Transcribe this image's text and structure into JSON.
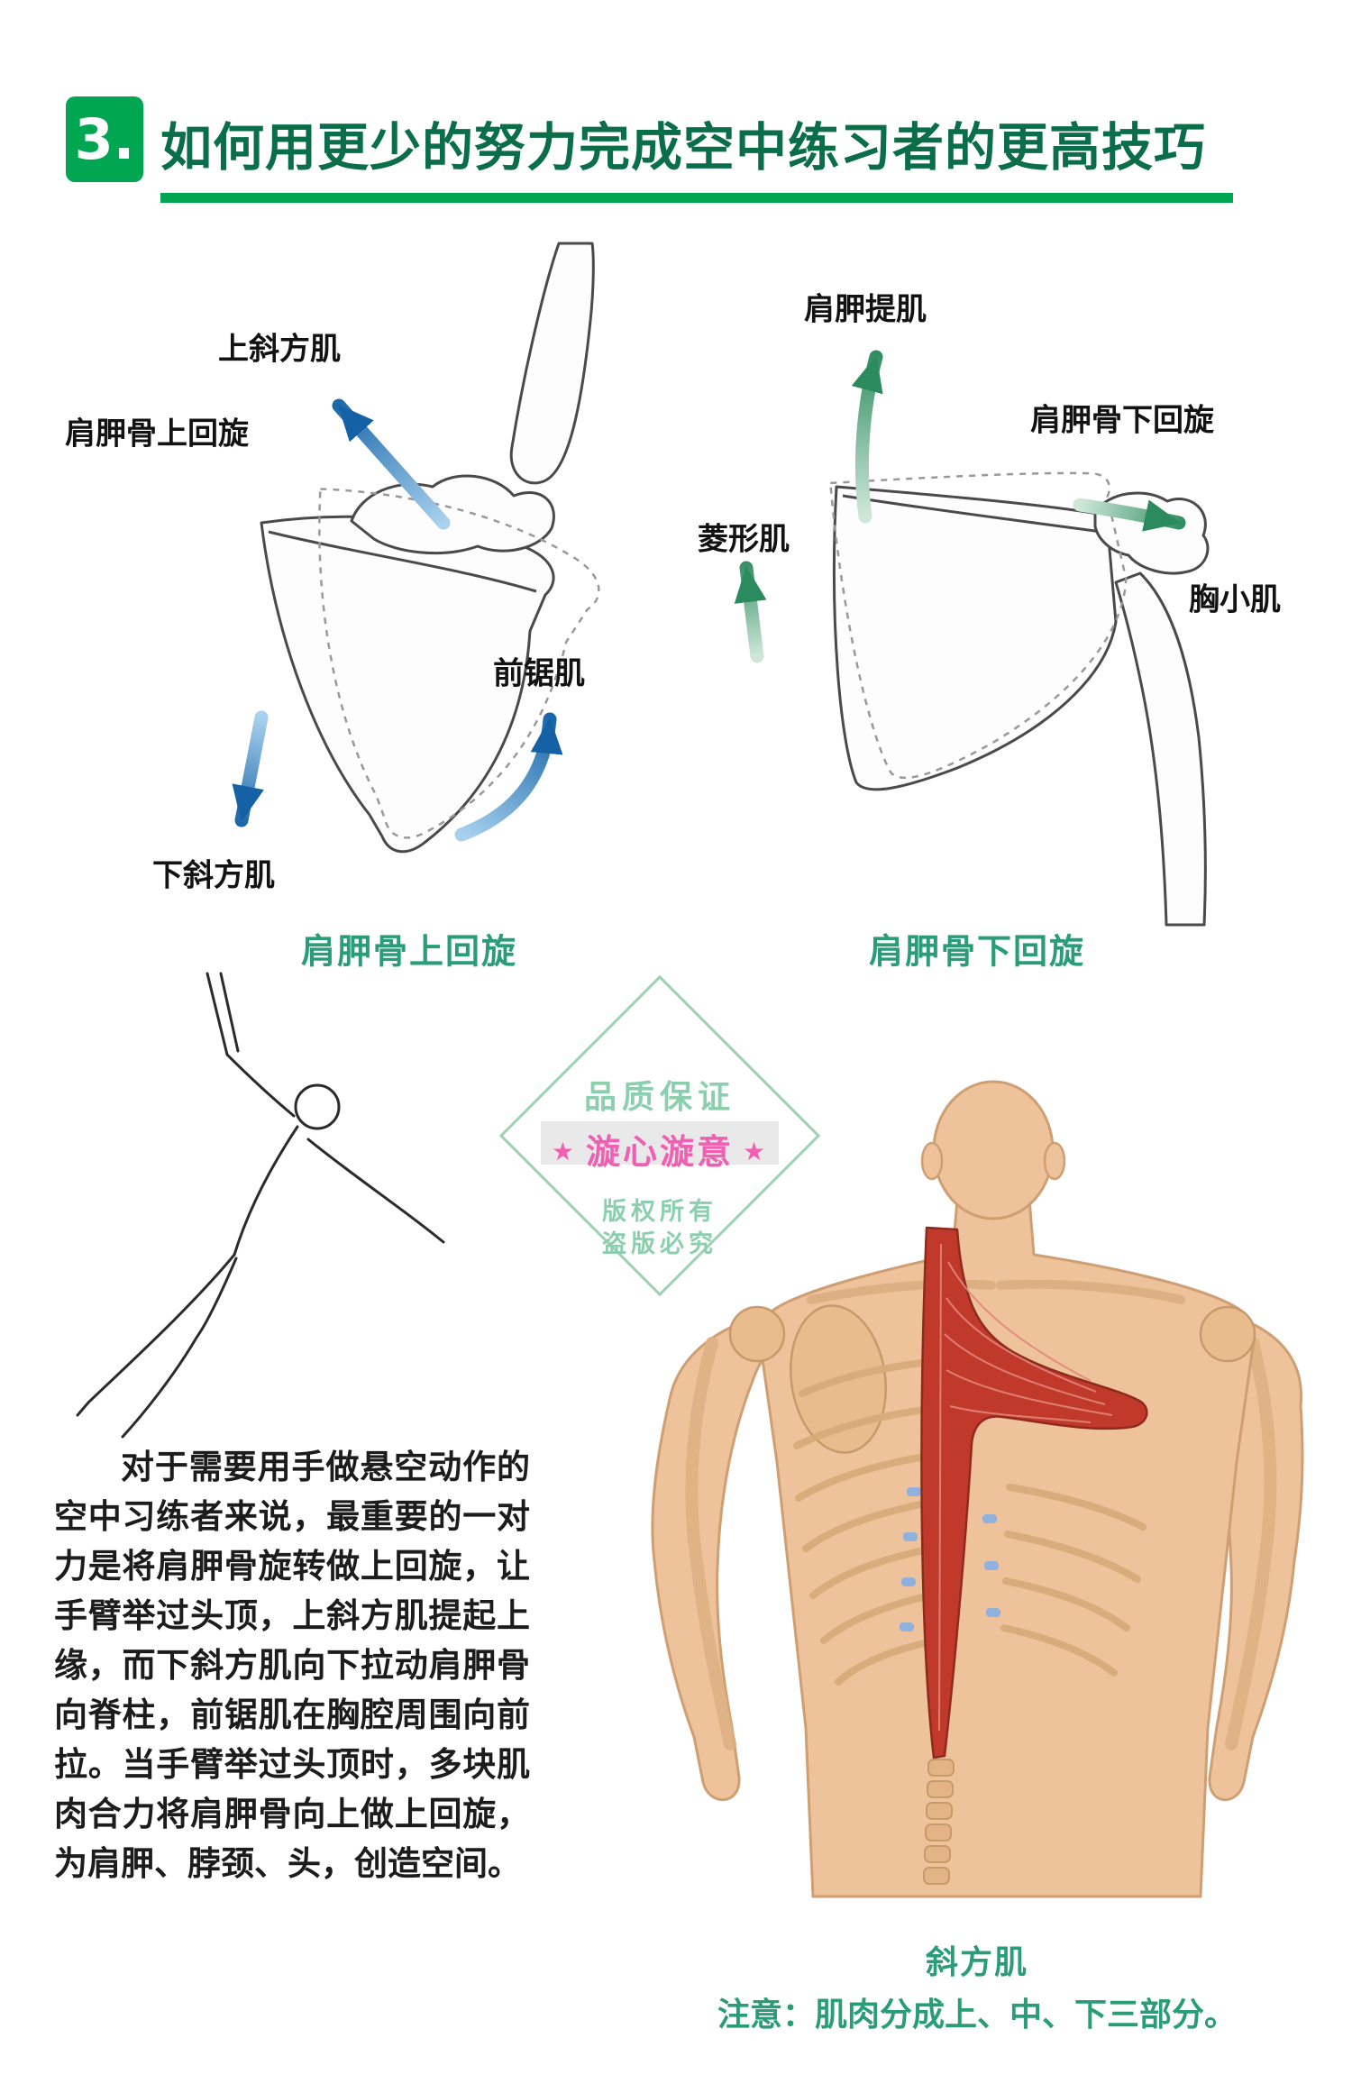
{
  "header": {
    "number": "3.",
    "title_prefix": "如何",
    "title_main": "用更少的努力完成空中练习者的更高技巧"
  },
  "upward_diagram": {
    "labels": {
      "upper_trapezius": "上斜方肌",
      "rotation": "肩胛骨上回旋",
      "serratus_anterior": "前锯肌",
      "lower_trapezius": "下斜方肌"
    },
    "caption": "肩胛骨上回旋"
  },
  "downward_diagram": {
    "labels": {
      "levator_scapulae": "肩胛提肌",
      "rotation": "肩胛骨下回旋",
      "rhomboids": "菱形肌",
      "pectoralis_minor": "胸小肌"
    },
    "caption": "肩胛骨下回旋"
  },
  "watermark": {
    "quality": "品质保证",
    "brand": "漩心漩意",
    "brand_star_left": "★",
    "brand_star_right": "★",
    "copyright_line1": "版权所有",
    "copyright_line2": "盗版必究"
  },
  "body_text": {
    "paragraph": "对于需要用手做悬空动作的空中习练者来说，最重要的一对力是将肩胛骨旋转做上回旋，让手臂举过头顶，上斜方肌提起上缘，而下斜方肌向下拉动肩胛骨向脊柱，前锯肌在胸腔周围向前拉。当手臂举过头顶时，多块肌肉合力将肩胛骨向上做上回旋，为肩胛、脖颈、头，创造空间。"
  },
  "anatomy_figure": {
    "caption": "斜方肌",
    "note": "注意：肌肉分成上、中、下三部分。"
  },
  "colors": {
    "header_green": "#00a651",
    "title_green": "#0a6e4b",
    "caption_teal": "#2a9d78",
    "arrow_blue": "#1462a5",
    "arrow_green": "#2b8a5e",
    "watermark_green": "#8ccfae",
    "watermark_pink": "#f060b2",
    "muscle_red": "#c0392b",
    "skin": "#eec29b",
    "bone": "#e3b584"
  }
}
